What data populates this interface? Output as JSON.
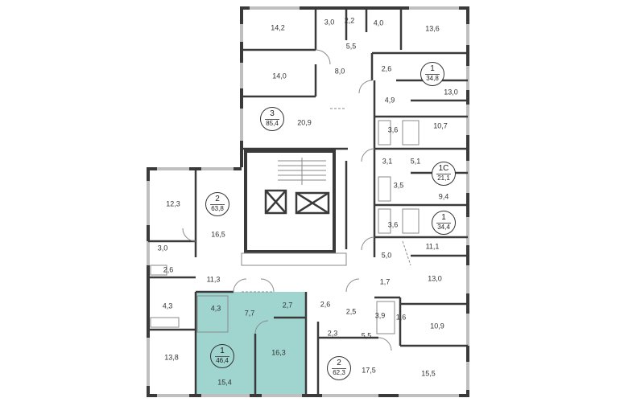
{
  "colors": {
    "wall": "#3a3a3a",
    "thin_wall": "#8a8a8a",
    "window": "#bfbfbf",
    "highlight": "#9fd4cf",
    "label": "#333333"
  },
  "apartments": [
    {
      "id": "apt-3",
      "number": "3",
      "area": "85,4"
    },
    {
      "id": "apt-1-top",
      "number": "1",
      "area": "34,8"
    },
    {
      "id": "apt-1c",
      "number": "1С",
      "area": "21,1"
    },
    {
      "id": "apt-1-mid",
      "number": "1",
      "area": "34,4"
    },
    {
      "id": "apt-2-left",
      "number": "2",
      "area": "63,8"
    },
    {
      "id": "apt-1-selected",
      "number": "1",
      "area": "46,4"
    },
    {
      "id": "apt-2-bottom",
      "number": "2",
      "area": "62,3"
    }
  ],
  "rooms": [
    {
      "id": "r-14-2",
      "label": "14,2"
    },
    {
      "id": "r-3-0-top",
      "label": "3,0"
    },
    {
      "id": "r-2-2",
      "label": "2,2"
    },
    {
      "id": "r-4-0",
      "label": "4,0"
    },
    {
      "id": "r-13-6",
      "label": "13,6"
    },
    {
      "id": "r-5-5-top",
      "label": "5,5"
    },
    {
      "id": "r-14-0",
      "label": "14,0"
    },
    {
      "id": "r-8-0",
      "label": "8,0"
    },
    {
      "id": "r-2-6-top",
      "label": "2,6"
    },
    {
      "id": "r-13-0-top",
      "label": "13,0"
    },
    {
      "id": "r-4-9",
      "label": "4,9"
    },
    {
      "id": "r-20-9",
      "label": "20,9"
    },
    {
      "id": "r-3-6-a",
      "label": "3,6"
    },
    {
      "id": "r-10-7",
      "label": "10,7"
    },
    {
      "id": "r-3-1",
      "label": "3,1"
    },
    {
      "id": "r-5-1",
      "label": "5,1"
    },
    {
      "id": "r-3-5",
      "label": "3,5"
    },
    {
      "id": "r-9-4",
      "label": "9,4"
    },
    {
      "id": "r-3-6-b",
      "label": "3,6"
    },
    {
      "id": "r-11-1",
      "label": "11,1"
    },
    {
      "id": "r-5-0",
      "label": "5,0"
    },
    {
      "id": "r-12-3",
      "label": "12,3"
    },
    {
      "id": "r-16-5",
      "label": "16,5"
    },
    {
      "id": "r-3-0-left",
      "label": "3,0"
    },
    {
      "id": "r-2-6-left",
      "label": "2,6"
    },
    {
      "id": "r-11-3",
      "label": "11,3"
    },
    {
      "id": "r-4-3-left",
      "label": "4,3"
    },
    {
      "id": "r-13-0-right",
      "label": "13,0"
    },
    {
      "id": "r-1-7",
      "label": "1,7"
    },
    {
      "id": "r-4-3-sel",
      "label": "4,3"
    },
    {
      "id": "r-7-7",
      "label": "7,7"
    },
    {
      "id": "r-2-7",
      "label": "2,7"
    },
    {
      "id": "r-2-6-bot",
      "label": "2,6"
    },
    {
      "id": "r-2-5",
      "label": "2,5"
    },
    {
      "id": "r-3-9",
      "label": "3,9"
    },
    {
      "id": "r-1-6",
      "label": "1,6"
    },
    {
      "id": "r-10-9",
      "label": "10,9"
    },
    {
      "id": "r-2-3",
      "label": "2,3"
    },
    {
      "id": "r-5-5-bot",
      "label": "5,5"
    },
    {
      "id": "r-16-3",
      "label": "16,3"
    },
    {
      "id": "r-13-8",
      "label": "13,8"
    },
    {
      "id": "r-15-4",
      "label": "15,4"
    },
    {
      "id": "r-17-5",
      "label": "17,5"
    },
    {
      "id": "r-15-5",
      "label": "15,5"
    }
  ]
}
